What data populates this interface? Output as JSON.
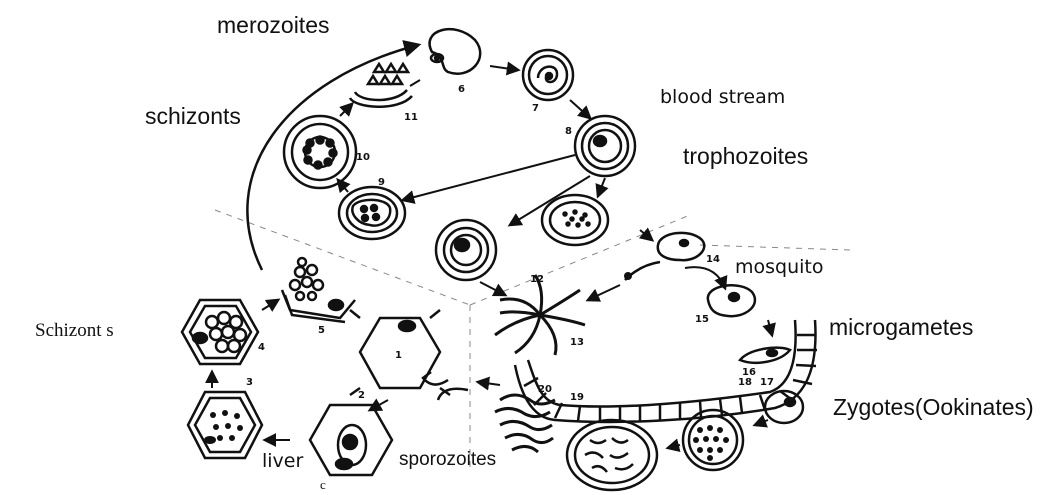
{
  "labels": {
    "merozoites": "merozoites",
    "blood_stream": "blood stream",
    "schizonts": "schizonts",
    "trophozoites": "trophozoites",
    "mosquito": "mosquito",
    "schizont_s": "Schizont s",
    "microgametes": "microgametes",
    "zygotes": "Zygotes(Ookinates)",
    "liver": "liver",
    "sporozoites": "sporozoites",
    "stray_mark": "c"
  },
  "stage_numbers": [
    "1",
    "2",
    "3",
    "4",
    "5",
    "6",
    "7",
    "8",
    "9",
    "10",
    "11",
    "12",
    "13",
    "14",
    "15",
    "16",
    "17",
    "18",
    "19",
    "20"
  ],
  "colors": {
    "ink": "#111111",
    "guide": "#888888"
  }
}
